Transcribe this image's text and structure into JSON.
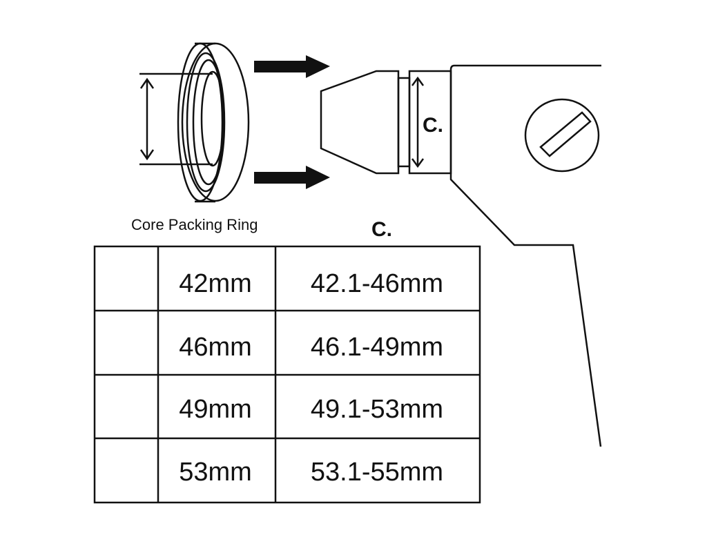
{
  "diagram": {
    "ring_label": "Core Packing Ring",
    "dimension_label": "C.",
    "column_label": "C."
  },
  "table": {
    "rows": [
      {
        "ring": "42mm",
        "range": "42.1-46mm"
      },
      {
        "ring": "46mm",
        "range": "46.1-49mm"
      },
      {
        "ring": "49mm",
        "range": "49.1-53mm"
      },
      {
        "ring": "53mm",
        "range": "53.1-55mm"
      }
    ]
  }
}
